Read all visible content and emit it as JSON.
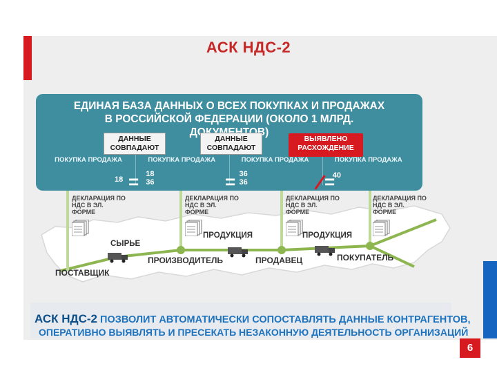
{
  "title": "АСК НДС-2",
  "database": {
    "text": "ЕДИНАЯ БАЗА ДАННЫХ О ВСЕХ ПОКУПКАХ И ПРОДАЖАХ В РОССИЙСКОЙ ФЕДЕРАЦИИ (ОКОЛО 1 МЛРД. ДОКУМЕНТОВ)",
    "cells": [
      {
        "label": "ПОКУПКА ПРОДАЖА",
        "value": "18"
      },
      {
        "label": "ПОКУПКА ПРОДАЖА",
        "value": "18\n36"
      },
      {
        "label": "ПОКУПКА ПРОДАЖА",
        "value": "36\n36"
      },
      {
        "label": "ПОКУПКА ПРОДАЖА",
        "value": "40"
      }
    ]
  },
  "badges": {
    "match_1": "ДАННЫЕ СОВПАДАЮТ",
    "match_2": "ДАННЫЕ СОВПАДАЮТ",
    "mismatch": "ВЫЯВЛЕНО РАСХОЖДЕНИЕ"
  },
  "declaration_label": "ДЕКЛАРАЦИЯ ПО НДС В ЭЛ. ФОРМЕ",
  "stages": {
    "supplier": "ПОСТАВЩИК",
    "producer": "ПРОИЗВОДИТЕЛЬ",
    "seller": "ПРОДАВЕЦ",
    "buyer": "ПОКУПАТЕЛЬ"
  },
  "flows": {
    "raw": "СЫРЬЕ",
    "product_1": "ПРОДУКЦИЯ",
    "product_2": "ПРОДУКЦИЯ"
  },
  "footer": {
    "line1_strong": "АСК НДС-2",
    "line1_rest": " ПОЗВОЛИТ АВТОМАТИЧЕСКИ СОПОСТАВЛЯТЬ ДАННЫЕ КОНТРАГЕНТОВ,",
    "line2": "ОПЕРАТИВНО ВЫЯВЛЯТЬ И ПРЕСЕКАТЬ НЕЗАКОННУЮ ДЕЯТЕЛЬНОСТЬ ОРГАНИЗАЦИЙ"
  },
  "page_number": "6",
  "colors": {
    "accent_red": "#d71920",
    "db_teal": "#3f8ea0",
    "route_green": "#8db650",
    "footer_blue": "#1e73be"
  }
}
